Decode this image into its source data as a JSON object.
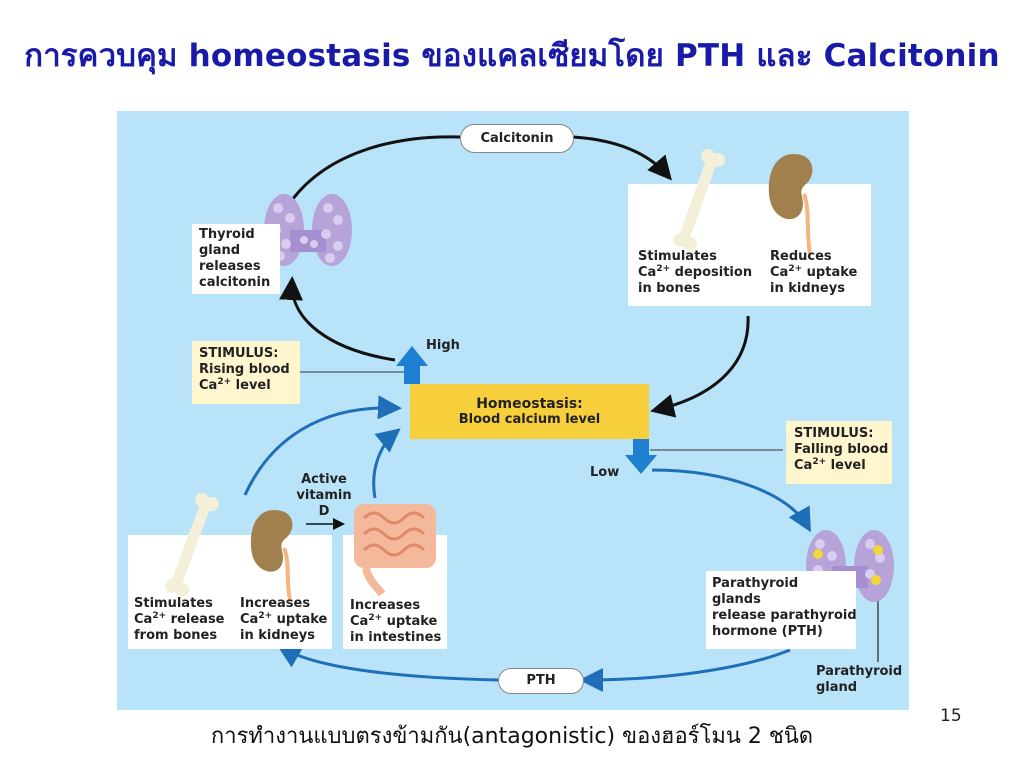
{
  "title": "การควบคุม homeostasis ของแคลเซียมโดย PTH และ Calcitonin",
  "caption": "การทำงานแบบตรงข้ามกัน(antagonistic) ของฮอร์โมน 2 ชนิด",
  "page_number": "15",
  "diagram": {
    "calcitonin_label": "Calcitonin",
    "pth_label": "PTH",
    "thyroid_box": [
      "Thyroid",
      "gland",
      "releases",
      "calcitonin"
    ],
    "stim_deposit": [
      "Stimulates",
      "Ca",
      "2+",
      " deposition",
      "in bones"
    ],
    "reduce_uptake": [
      "Reduces",
      "Ca",
      "2+",
      " uptake",
      "in kidneys"
    ],
    "stimulus_rising": [
      "STIMULUS:",
      "Rising blood",
      "Ca",
      "2+",
      " level"
    ],
    "stimulus_falling": [
      "STIMULUS:",
      "Falling blood",
      "Ca",
      "2+",
      " level"
    ],
    "homeostasis_title": "Homeostasis:",
    "homeostasis_sub": "Blood calcium level",
    "high_label": "High",
    "low_label": "Low",
    "vitamin_d": [
      "Active",
      "vitamin",
      "D"
    ],
    "stim_release": [
      "Stimulates",
      "Ca",
      "2+",
      " release",
      "from bones"
    ],
    "increase_kidney": [
      "Increases",
      "Ca",
      "2+",
      " uptake",
      "in kidneys"
    ],
    "increase_intestine": [
      "Increases",
      "Ca",
      "2+",
      " uptake",
      "in intestines"
    ],
    "parathyroid_box": [
      "Parathyroid",
      "glands",
      "release parathyroid",
      "hormone (PTH)"
    ],
    "parathyroid_gland": [
      "Parathyroid",
      "gland"
    ],
    "colors": {
      "panel": "#b9e3f9",
      "homeostasis_box": "#f7ce3c",
      "blue_arrow": "#1f6fb8",
      "title": "#1a1aa8"
    }
  }
}
